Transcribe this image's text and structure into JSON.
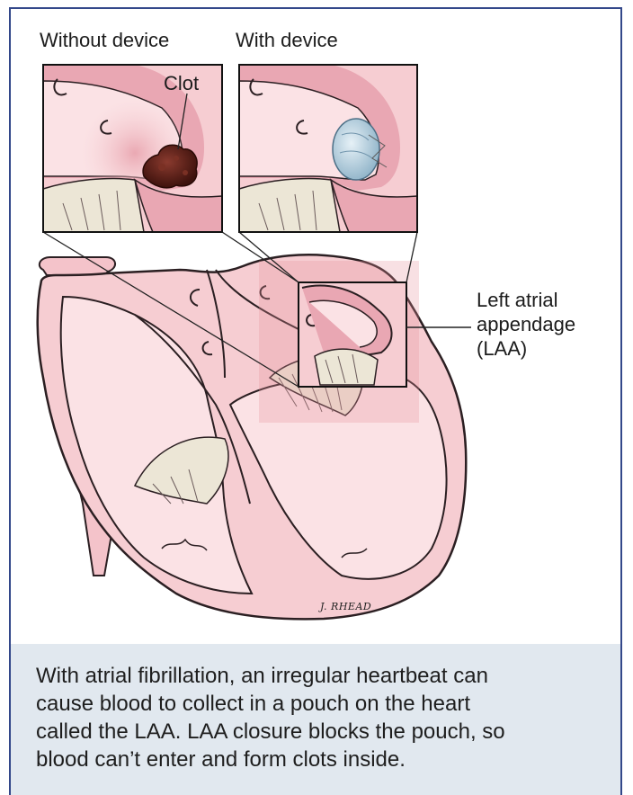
{
  "labels": {
    "without_device": "Without device",
    "with_device": "With device",
    "clot": "Clot",
    "laa_line1": "Left atrial",
    "laa_line2": "appendage",
    "laa_line3": "(LAA)"
  },
  "signature": "J. RHEAD",
  "caption": {
    "line1": "With atrial fibrillation, an irregular heartbeat can",
    "line2": "cause blood to collect in a pouch on the heart",
    "line3": "called the LAA. LAA closure blocks the pouch, so",
    "line4": "blood can’t enter and form clots inside."
  },
  "colors": {
    "frame": "#33488a",
    "caption_bg": "#e1e8ef",
    "heart_fill": "#f7d2d6",
    "heart_outline": "#2b1f22",
    "wall": "#e9a7b3",
    "clot": "#5a1a14",
    "device": "#b8d4e4"
  }
}
